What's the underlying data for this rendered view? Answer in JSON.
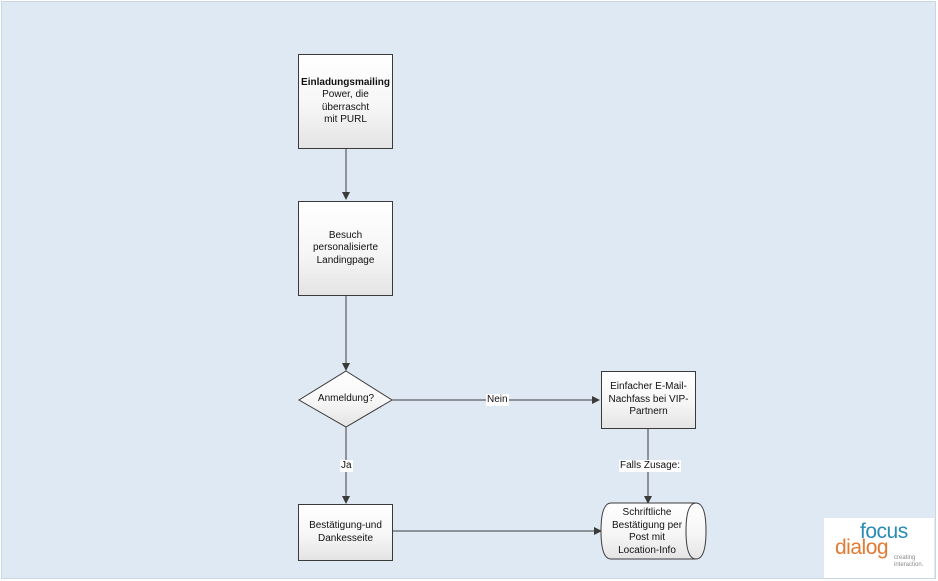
{
  "nodes": {
    "einladung": {
      "title": "Einladungsmailing",
      "lines": [
        "Power, die",
        "überrascht",
        "mit PURL"
      ]
    },
    "besuch": {
      "lines": [
        "Besuch",
        "personalisierte",
        "Landingpage"
      ]
    },
    "anmeldung": {
      "label": "Anmeldung?"
    },
    "nachfass": {
      "lines": [
        "Einfacher E-Mail-",
        "Nachfass bei VIP-",
        "Partnern"
      ]
    },
    "bestaetigung": {
      "lines": [
        "Bestätigung-und",
        "Dankesseite"
      ]
    },
    "schriftlich": {
      "lines": [
        "Schriftliche",
        "Bestätigung per",
        "Post mit",
        "Location-Info"
      ]
    }
  },
  "edges": {
    "nein": "Nein",
    "ja": "Ja",
    "falls_zusage": "Falls Zusage:"
  },
  "logo": {
    "word1": "focus",
    "word2": "dialog",
    "tagline_1": "creating",
    "tagline_2": "interaction."
  },
  "colors": {
    "background": "#dfe9f4",
    "logo_focus": "#2a8bb5",
    "logo_dialog": "#e27a32"
  }
}
